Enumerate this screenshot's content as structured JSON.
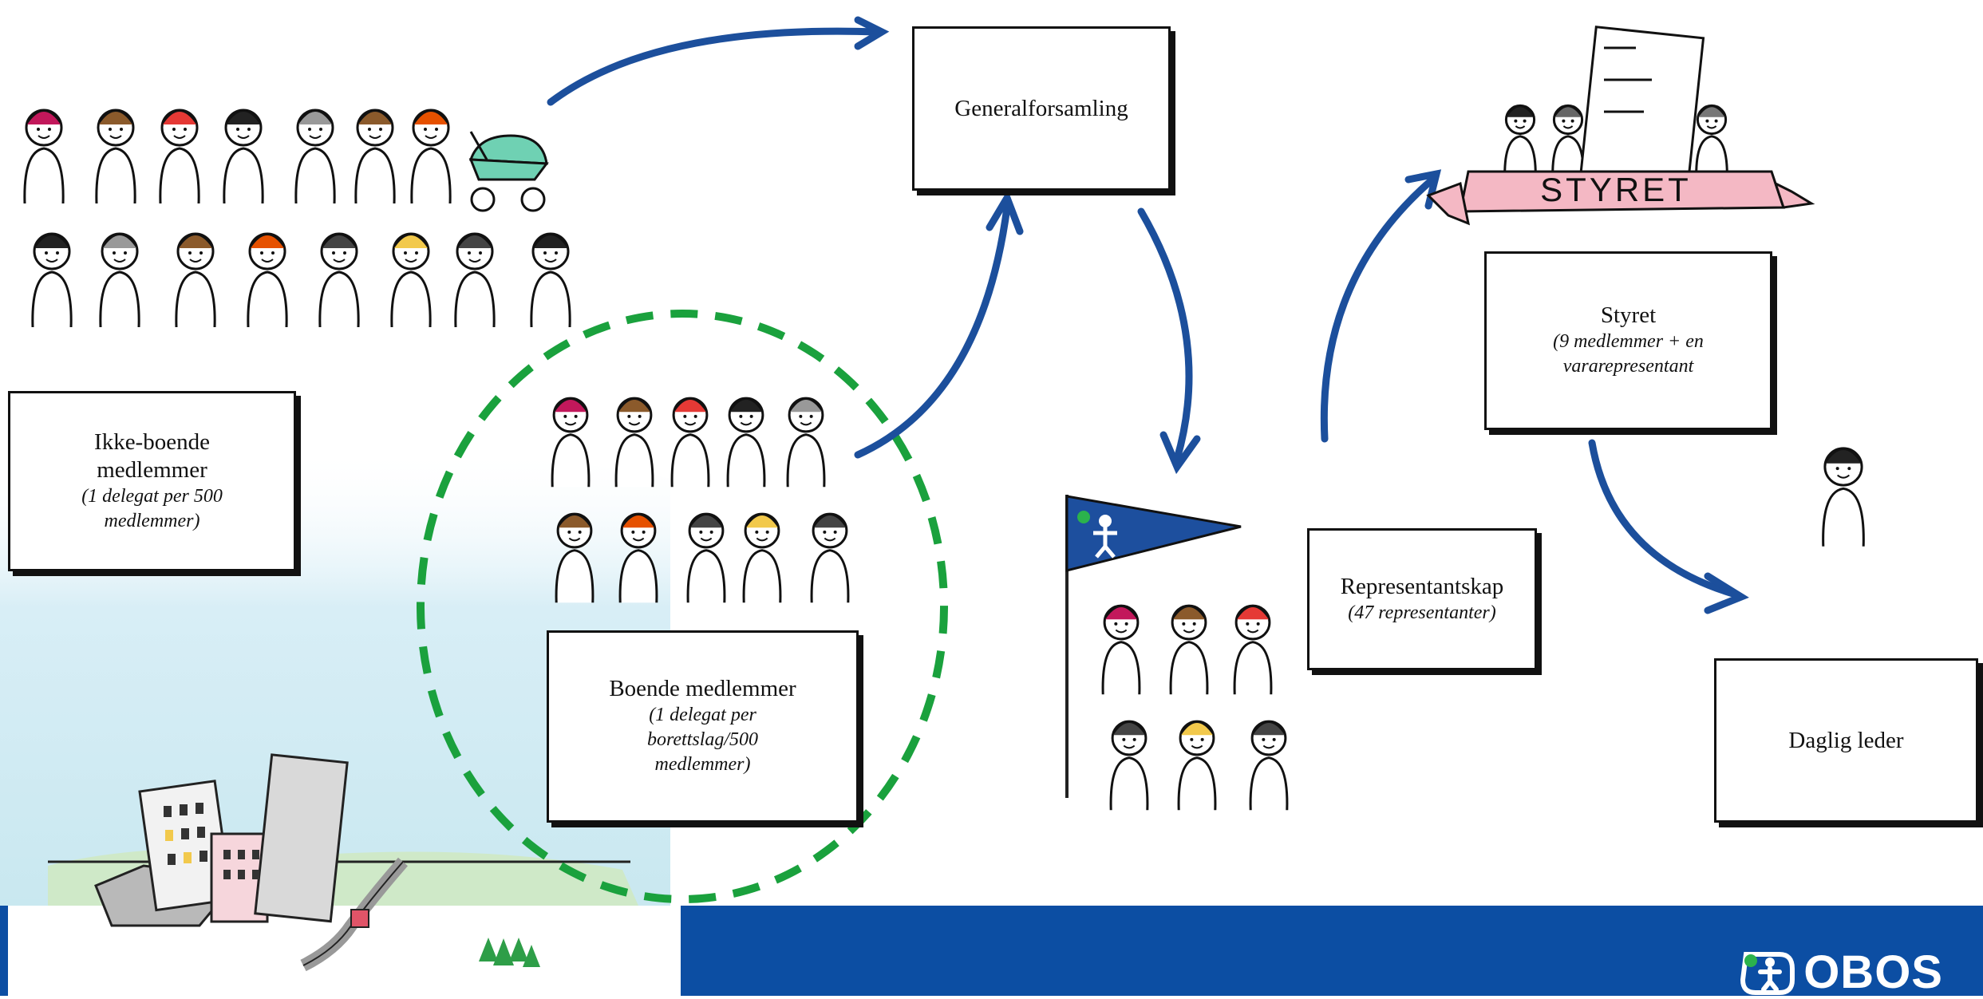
{
  "nodes": {
    "generalforsamling": {
      "title": "Generalforsamling"
    },
    "ikke_boende": {
      "title": "Ikke-boende medlemmer",
      "subtitle": "(1 delegat per 500 medlemmer)"
    },
    "boende": {
      "title": "Boende medlemmer",
      "subtitle": "(1 delegat per borettslag/500 medlemmer)"
    },
    "representantskap": {
      "title": "Representantskap",
      "subtitle": "(47 representanter)"
    },
    "styret": {
      "title": "Styret",
      "subtitle": "(9 medlemmer + en vararepresentant"
    },
    "daglig_leder": {
      "title": "Daglig leder"
    }
  },
  "banner": {
    "text": "STYRET"
  },
  "logo": {
    "text": "OBOS"
  },
  "colors": {
    "arrow": "#1c4f9c",
    "dashed_circle": "#1aa13d",
    "footer": "#0c4ea3",
    "flag": "#1d4f9e",
    "banner": "#f4b8c4"
  },
  "icons": [
    "person-icon",
    "stroller-icon",
    "flag-icon",
    "city-illustration",
    "obos-logo-icon"
  ]
}
